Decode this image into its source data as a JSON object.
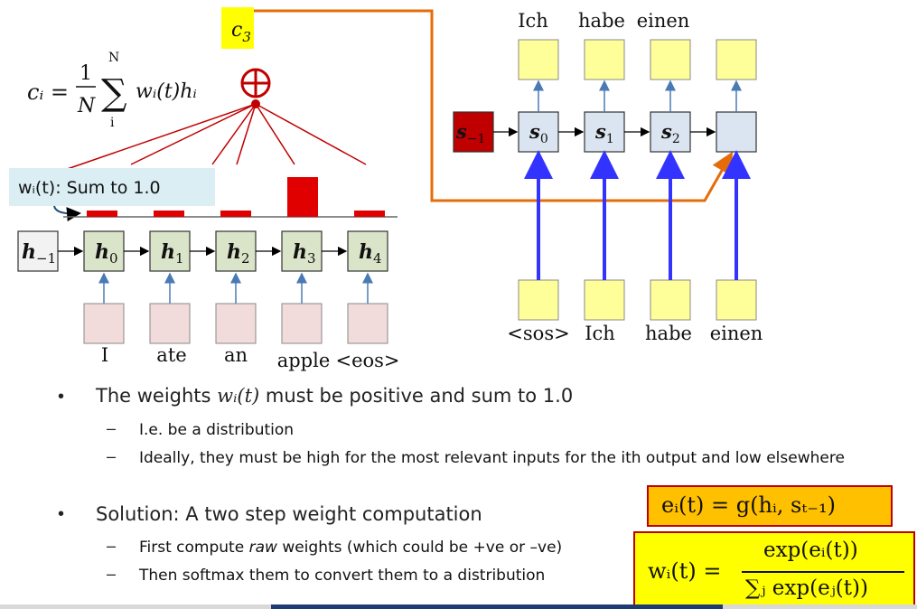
{
  "colors": {
    "encoder_box": "#d9e4c8",
    "decoder_box": "#dbe5f1",
    "input_box": "#f2dcdb",
    "output_box": "#ffff99",
    "weight_bar": "#e00000",
    "blue_arrow": "#3333ff",
    "orange_line": "#e46c0a",
    "s_minus_box": "#c00000"
  },
  "formula_top": {
    "c_label": "c",
    "c_sub": "3",
    "ci": "cᵢ =",
    "frac_num": "1",
    "frac_den": "N",
    "sigma": "∑",
    "sum_top": "N",
    "sum_bottom": "i",
    "term": "wᵢ(t)hᵢ"
  },
  "weights_label": {
    "text": "wᵢ(t): Sum to 1.0"
  },
  "encoder": {
    "states": [
      {
        "sym": "h",
        "sub": "−1"
      },
      {
        "sym": "h",
        "sub": "0"
      },
      {
        "sym": "h",
        "sub": "1"
      },
      {
        "sym": "h",
        "sub": "2"
      },
      {
        "sym": "h",
        "sub": "3"
      },
      {
        "sym": "h",
        "sub": "4"
      }
    ],
    "inputs": [
      "I",
      "ate",
      "an",
      "apple",
      "<eos>"
    ],
    "weights": [
      0.1,
      0.1,
      0.1,
      0.6,
      0.1
    ]
  },
  "decoder": {
    "states": [
      {
        "sym": "s",
        "sub": "−1"
      },
      {
        "sym": "s",
        "sub": "0"
      },
      {
        "sym": "s",
        "sub": "1"
      },
      {
        "sym": "s",
        "sub": "2"
      },
      {
        "sym": "",
        "sub": ""
      }
    ],
    "outputs": [
      "Ich",
      "habe",
      "einen"
    ],
    "inputs": [
      "<sos>",
      "Ich",
      "habe",
      "einen"
    ]
  },
  "bullets": {
    "b1_pre": "The weights",
    "b1_math": "wᵢ(t)",
    "b1_post": "must be positive and sum to 1.0",
    "b1_sub1": "I.e. be a distribution",
    "b1_sub2": "Ideally, they must be high for the most relevant inputs for the ith output and low elsewhere",
    "b2": "Solution:  A two step weight computation",
    "b2_sub1_pre": "First compute",
    "b2_sub1_em": "raw",
    "b2_sub1_post": "weights (which could be +ve or –ve)",
    "b2_sub2": "Then softmax them to convert them to a distribution"
  },
  "equations": {
    "e_eq": "eᵢ(t) = g(hᵢ, sₜ₋₁)",
    "w_lhs": "wᵢ(t) =",
    "w_num": "exp(eᵢ(t))",
    "w_den": "∑ⱼ exp(eⱼ(t))"
  }
}
